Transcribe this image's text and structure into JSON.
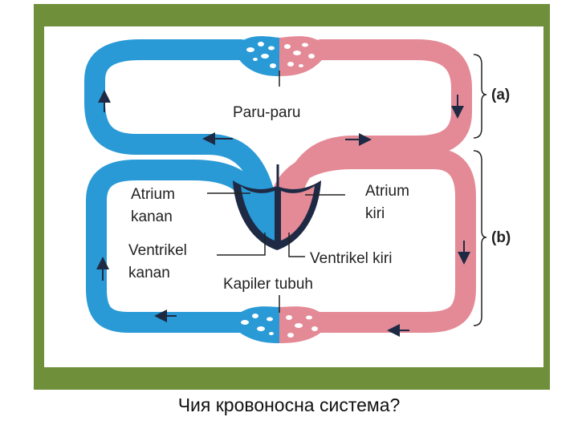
{
  "labels": {
    "lungs": "Paru-paru",
    "right_atrium_1": "Atrium",
    "right_atrium_2": "kanan",
    "left_atrium_1": "Atrium",
    "left_atrium_2": "kiri",
    "right_ventricle_1": "Ventrikel",
    "right_ventricle_2": "kanan",
    "left_ventricle": "Ventrikel kiri",
    "body_capillaries": "Kapiler tubuh",
    "bracket_a": "(a)",
    "bracket_b": "(b)"
  },
  "caption": "Чия кровоносна система?",
  "colors": {
    "frame": "#6f8f3a",
    "deoxygenated": "#2a9ad6",
    "oxygenated": "#e48a96",
    "heart_dark": "#1e2a44"
  }
}
